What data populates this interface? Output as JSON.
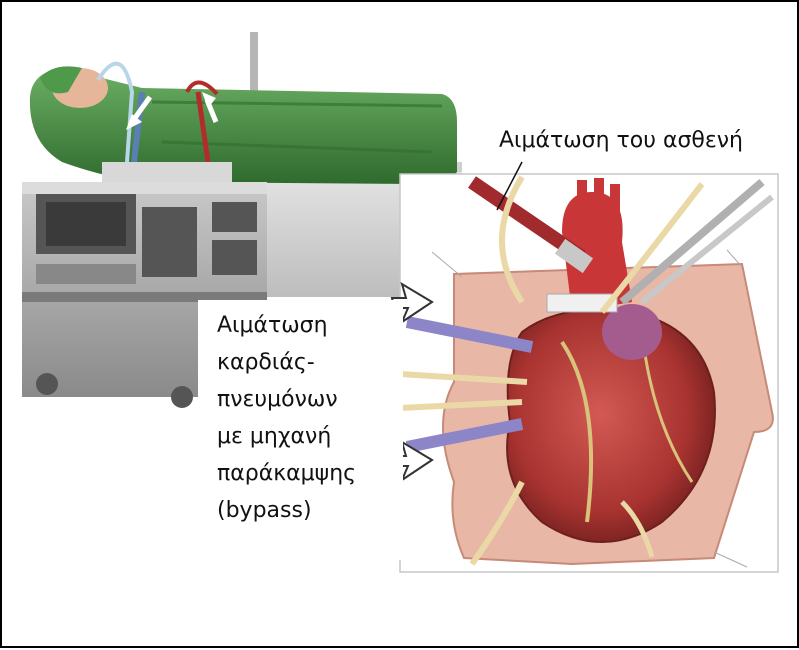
{
  "labels": {
    "patient_perfusion": "Αιμάτωση του ασθενή",
    "bypass_lines": [
      "Αιμάτωση",
      "καρδιάς-",
      "πνευμόνων",
      "με μηχανή",
      "παράκαμψης",
      "(bypass)"
    ]
  },
  "colors": {
    "drape": "#3f7f3c",
    "drape_light": "#5aa554",
    "machine": "#9c9c9c",
    "heart": "#b23c3a",
    "heart_dark": "#7e2222",
    "pericardium": "#e9b9a8",
    "cannula_purple": "#8c86c8",
    "tube_cream": "#ead9a6",
    "aorta": "#c93638"
  },
  "icons": [
    "arrow-icon",
    "patient-figure",
    "bypass-machine",
    "heart-illustration"
  ]
}
